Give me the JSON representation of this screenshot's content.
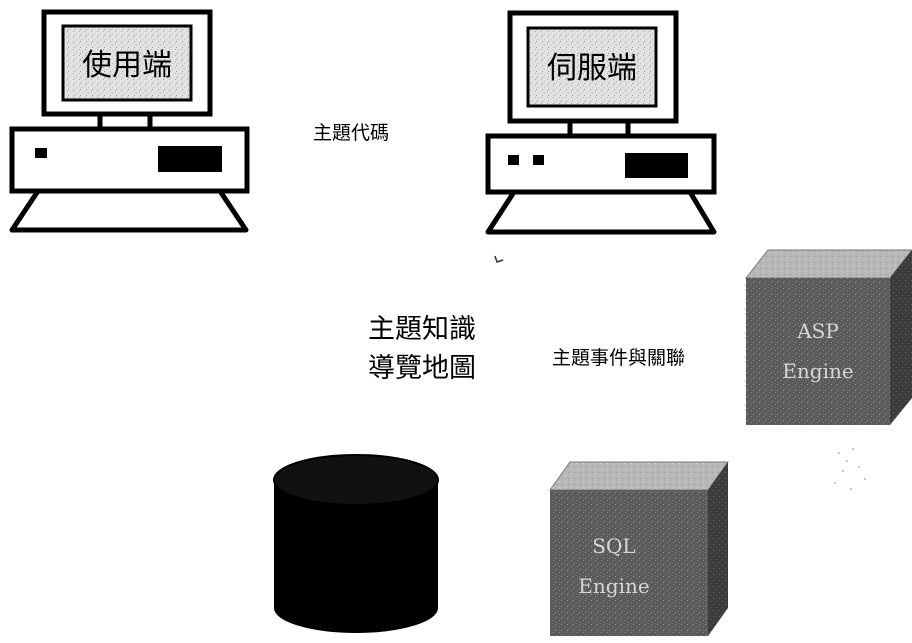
{
  "client_screen_label": "使用端",
  "server_screen_label": "伺服端",
  "topic_code_label": "主題代碼",
  "knowledge_map_line1": "主題知識",
  "knowledge_map_line2": "導覽地圖",
  "topic_event_label": "主題事件與關聯",
  "asp_engine_line1": "ASP",
  "asp_engine_line2": "Engine",
  "sql_engine_line1": "SQL",
  "sql_engine_line2": "Engine"
}
